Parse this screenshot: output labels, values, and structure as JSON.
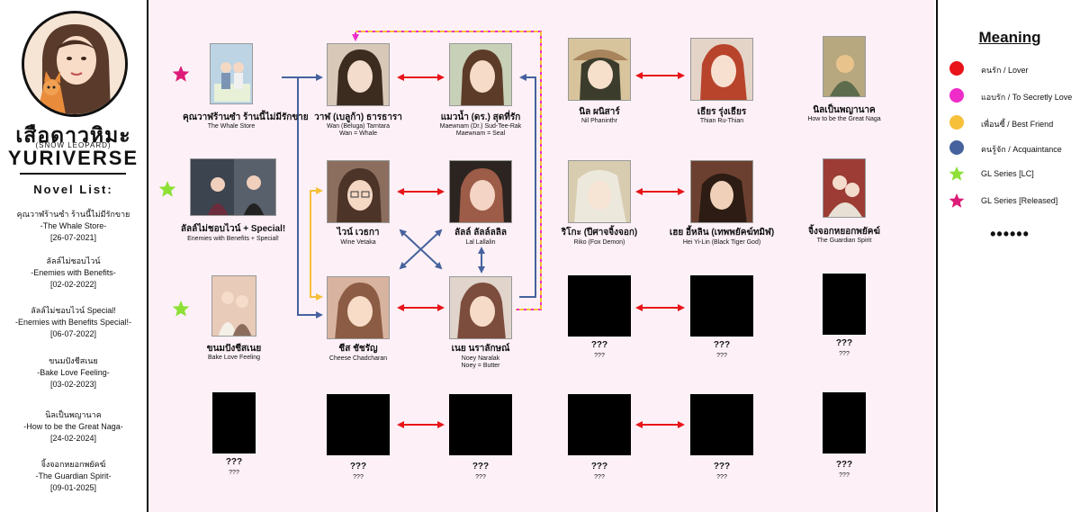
{
  "sidebar": {
    "brand_thai": "เสือดาวหิมะ",
    "brand_en": "(SNOW LEOPARD)",
    "brand_big": "YURIVERSE",
    "novel_list_title": "Novel List:",
    "novels": [
      {
        "thai": "คุณวาฬร้านซำ ร้านนี้ไม่มีรักขาย",
        "en": "-The Whale Store-",
        "date": "[26-07-2021]"
      },
      {
        "thai": "ลัลล์ไม่ชอบไวน์",
        "en": "-Enemies with Benefits-",
        "date": "[02-02-2022]"
      },
      {
        "thai": "ลัลล์ไม่ชอบไวน์ Special!",
        "en": "-Enemies with Benefits Special!-",
        "date": "[06-07-2022]"
      },
      {
        "thai": "ขนมปังชีสเนย",
        "en": "-Bake Love Feeling-",
        "date": "[03-02-2023]"
      },
      {
        "thai": "นิลเป็นพญานาค",
        "en": "-How to be the Great Naga-",
        "date": "[24-02-2024]"
      },
      {
        "thai": "จิ้งจอกหยอกพยัคฆ์",
        "en": "-The Guardian Spirit-",
        "date": "[09-01-2025]"
      }
    ]
  },
  "books": [
    {
      "thai": "คุณวาฬร้านซำ ร้านนี้ไม่มีรักขาย",
      "en": "The Whale Store",
      "color": "#bcd4e4"
    },
    {
      "thai": "ลัลล์ไม่ชอบไวน์ + Special!",
      "en": "Enemies with Benefits + Special!",
      "color": "#3c4450"
    },
    {
      "thai": "ขนมปังชีสเนย",
      "en": "Bake Love Feeling",
      "color": "#e8cbb8"
    }
  ],
  "characters": [
    {
      "thai": "วาฬ (เบลูก้า) ธารธารา",
      "en1": "Wan (Beluga) Tarntara",
      "en2": "Wan = Whale",
      "color": "#d8c8b8"
    },
    {
      "thai": "แมวน้ำ (ดร.) สุดที่รัก",
      "en1": "Maewnam (Dr.) Sud-Tee-Rak",
      "en2": "Maewnam = Seal",
      "color": "#c8d0b8"
    },
    {
      "thai": "ไวน์ เวธกา",
      "en1": "Wine Vetaka",
      "en2": "",
      "color": "#8c6e5e"
    },
    {
      "thai": "ลัลล์ ลัลล์ลลิล",
      "en1": "Lal Lallalin",
      "en2": "",
      "color": "#2c2420"
    },
    {
      "thai": "ชีส ชัชรัญ",
      "en1": "Cheese Chadcharan",
      "en2": "",
      "color": "#d8b4a0"
    },
    {
      "thai": "เนย นราลักษณ์",
      "en1": "Noey Naralak",
      "en2": "Noey = Butter",
      "color": "#e0d4cc"
    },
    {
      "thai": "นิล ผนิสาร์",
      "en1": "Nil Phaninthr",
      "en2": "",
      "color": "#d8c49c"
    },
    {
      "thai": "เธียร รุ่งเธียร",
      "en1": "Thian Ru-Thian",
      "en2": "",
      "color": "#e4d4c8"
    },
    {
      "thai": "นิลเป็นพญานาค",
      "en1": "How to be the Great Naga",
      "en2": "",
      "color": "#b8a880"
    },
    {
      "thai": "ริโกะ (ปีศาจจิ้งจอก)",
      "en1": "Riko (Fox Demon)",
      "en2": "",
      "color": "#d8ccb0"
    },
    {
      "thai": "เฮย อี้หลิน (เทพพยัคฆ์ทมิฬ)",
      "en1": "Hei Yi-Lin (Black Tiger God)",
      "en2": "",
      "color": "#6c4030"
    },
    {
      "thai": "จิ้งจอกหยอกพยัคฆ์",
      "en1": "The Guardian Spirit",
      "en2": "",
      "color": "#9c3c34"
    }
  ],
  "unknown": {
    "name": "???",
    "sub": "???"
  },
  "legend": {
    "title": "Meaning",
    "items": [
      {
        "label": "คนรัก / Lover",
        "color": "#e8141a",
        "shape": "circle"
      },
      {
        "label": "แอบรัก / To Secretly Love",
        "color": "#ee2cc8",
        "shape": "circle"
      },
      {
        "label": "เพื่อนซี้ / Best Friend",
        "color": "#f6c038",
        "shape": "circle"
      },
      {
        "label": "คนรู้จัก / Acquaintance",
        "color": "#46629e",
        "shape": "circle"
      },
      {
        "label": "GL Series [LC]",
        "color": "#8ee036",
        "shape": "star"
      },
      {
        "label": "GL Series [Released]",
        "color": "#dc1c78",
        "shape": "star"
      }
    ],
    "more": "••••••"
  },
  "colors": {
    "lover": "#e8141a",
    "secret": "#ee2cc8",
    "bestfriend": "#f6c038",
    "acquaintance": "#46629e",
    "lc": "#8ee036",
    "released": "#dc1c78"
  }
}
